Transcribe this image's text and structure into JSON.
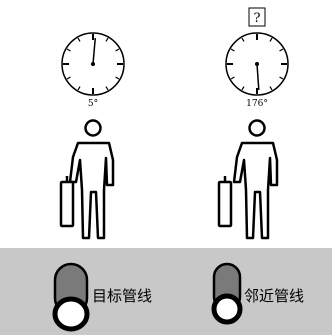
{
  "scene": {
    "left": {
      "angle_label": "5°",
      "dial_angle_deg": 5,
      "pipe_label": "目标管线"
    },
    "right": {
      "question_mark": "?",
      "angle_label": "176°",
      "dial_angle_deg": 176,
      "pipe_label": "邻近管线"
    }
  },
  "colors": {
    "ground": "#c8c8c8",
    "pipe_body": "#7a7a7a",
    "line": "#000000"
  }
}
